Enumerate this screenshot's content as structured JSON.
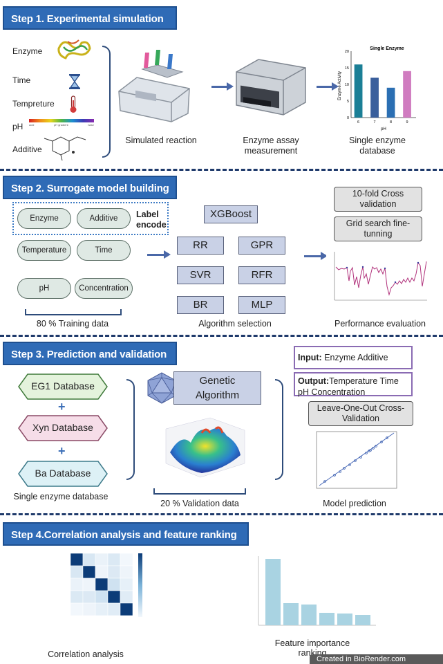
{
  "step1": {
    "title": "Step 1. Experimental simulation",
    "inputs": [
      "Enzyme",
      "Time",
      "Tempreture",
      "pH",
      "Additive"
    ],
    "ph_bar_labels": [
      "acid",
      "pH gradient",
      "base"
    ],
    "captions": [
      "Simulated reaction",
      "Enzyme assay measurement",
      "Single enzyme database"
    ],
    "mini_chart": {
      "title": "Single Enzyme",
      "ylabel": "Enzyme Activity",
      "xlabel": "pH",
      "yticks": [
        "0",
        "5",
        "10",
        "15",
        "20"
      ],
      "categories": [
        "6",
        "7",
        "8",
        "9"
      ],
      "colors": [
        "#1b7f96",
        "#3a5f9c",
        "#2b6fb3",
        "#d07cc0"
      ]
    }
  },
  "step2": {
    "title": "Step 2. Surrogate model building",
    "label_encode": "Label encode",
    "features": [
      "Enzyme",
      "Additive",
      "Temperature",
      "Time",
      "pH",
      "Concentration"
    ],
    "training_caption": "80 % Training data",
    "algorithms": [
      "XGBoost",
      "RR",
      "GPR",
      "SVR",
      "RFR",
      "BR",
      "MLP"
    ],
    "algo_caption": "Algorithm selection",
    "cv_box": "10-fold Cross validation",
    "grid_box": "Grid search fine-tunning",
    "perf_caption": "Performance evaluation"
  },
  "step3": {
    "title": "Step 3.  Prediction and validation",
    "databases": [
      "EG1 Database",
      "Xyn Database",
      "Ba Database"
    ],
    "plus": "+",
    "db_caption": "Single enzyme database",
    "ga_box": "Genetic Algorithm",
    "validation_caption": "20 % Validation data",
    "input_label": "Input:",
    "input_text": " Enzyme Additive",
    "output_label": "Output:",
    "output_text": "Temperature Time pH Concentration",
    "loocv_box": "Leave-One-Out Cross-Validation",
    "model_caption": "Model prediction"
  },
  "step4": {
    "title": "Step 4.Correlation analysis and feature ranking",
    "corr_caption": "Correlation analysis",
    "rank_caption": "Feature importance ranking"
  },
  "footer": "Created in BioRender.com",
  "chart_data": {
    "type": "bar",
    "title": "Single Enzyme",
    "xlabel": "pH",
    "ylabel": "Enzyme Activity",
    "categories": [
      "6",
      "7",
      "8",
      "9"
    ],
    "values": [
      16,
      12,
      9,
      14
    ],
    "ylim": [
      0,
      20
    ]
  }
}
